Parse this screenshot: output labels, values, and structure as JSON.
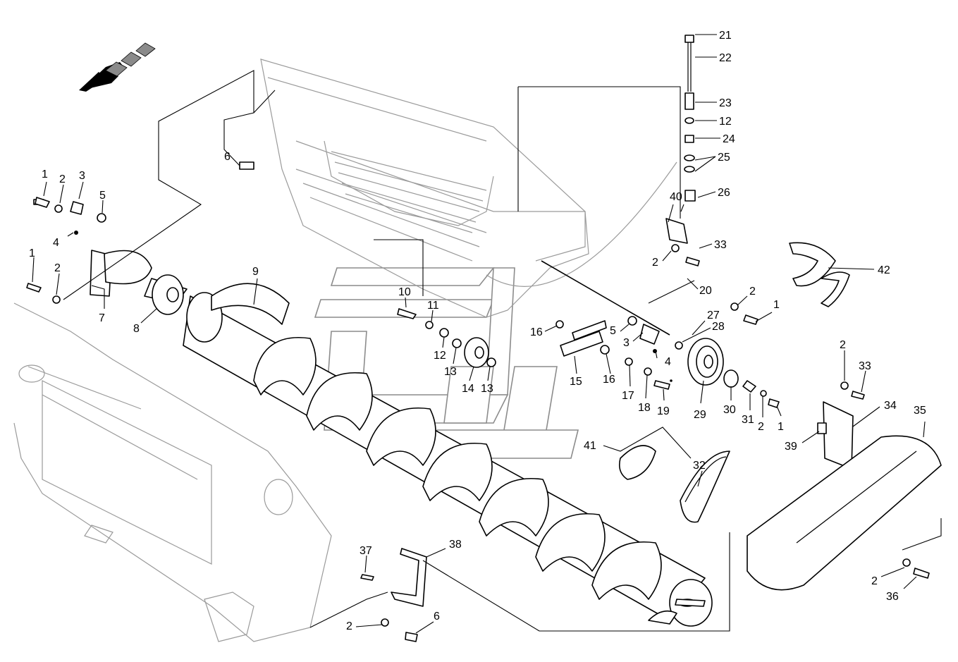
{
  "diagram": {
    "callouts": [
      {
        "key": "c21",
        "label": "21"
      },
      {
        "key": "c22",
        "label": "22"
      },
      {
        "key": "c23",
        "label": "23"
      },
      {
        "key": "c12a",
        "label": "12"
      },
      {
        "key": "c24",
        "label": "24"
      },
      {
        "key": "c25",
        "label": "25"
      },
      {
        "key": "c26",
        "label": "26"
      },
      {
        "key": "c40",
        "label": "40"
      },
      {
        "key": "c33a",
        "label": "33"
      },
      {
        "key": "c2a",
        "label": "2"
      },
      {
        "key": "c20",
        "label": "20"
      },
      {
        "key": "c42",
        "label": "42"
      },
      {
        "key": "c2b",
        "label": "2"
      },
      {
        "key": "c1a",
        "label": "1"
      },
      {
        "key": "c27",
        "label": "27"
      },
      {
        "key": "c28",
        "label": "28"
      },
      {
        "key": "c6a",
        "label": "6"
      },
      {
        "key": "c1b",
        "label": "1"
      },
      {
        "key": "c2c",
        "label": "2"
      },
      {
        "key": "c3a",
        "label": "3"
      },
      {
        "key": "c5a",
        "label": "5"
      },
      {
        "key": "c4a",
        "label": "4"
      },
      {
        "key": "c1c",
        "label": "1"
      },
      {
        "key": "c2d",
        "label": "2"
      },
      {
        "key": "c7",
        "label": "7"
      },
      {
        "key": "c8",
        "label": "8"
      },
      {
        "key": "c9",
        "label": "9"
      },
      {
        "key": "c10",
        "label": "10"
      },
      {
        "key": "c11",
        "label": "11"
      },
      {
        "key": "c12b",
        "label": "12"
      },
      {
        "key": "c13a",
        "label": "13"
      },
      {
        "key": "c14",
        "label": "14"
      },
      {
        "key": "c13b",
        "label": "13"
      },
      {
        "key": "c16a",
        "label": "16"
      },
      {
        "key": "c5b",
        "label": "5"
      },
      {
        "key": "c3b",
        "label": "3"
      },
      {
        "key": "c4b",
        "label": "4"
      },
      {
        "key": "c15",
        "label": "15"
      },
      {
        "key": "c16b",
        "label": "16"
      },
      {
        "key": "c17",
        "label": "17"
      },
      {
        "key": "c18",
        "label": "18"
      },
      {
        "key": "c19",
        "label": "19"
      },
      {
        "key": "c29",
        "label": "29"
      },
      {
        "key": "c30",
        "label": "30"
      },
      {
        "key": "c31",
        "label": "31"
      },
      {
        "key": "c2e",
        "label": "2"
      },
      {
        "key": "c1d",
        "label": "1"
      },
      {
        "key": "c2f",
        "label": "2"
      },
      {
        "key": "c33b",
        "label": "33"
      },
      {
        "key": "c34",
        "label": "34"
      },
      {
        "key": "c35",
        "label": "35"
      },
      {
        "key": "c39",
        "label": "39"
      },
      {
        "key": "c41",
        "label": "41"
      },
      {
        "key": "c32",
        "label": "32"
      },
      {
        "key": "c37",
        "label": "37"
      },
      {
        "key": "c38",
        "label": "38"
      },
      {
        "key": "c2g",
        "label": "2"
      },
      {
        "key": "c6b",
        "label": "6"
      },
      {
        "key": "c2h",
        "label": "2"
      },
      {
        "key": "c36",
        "label": "36"
      }
    ]
  }
}
